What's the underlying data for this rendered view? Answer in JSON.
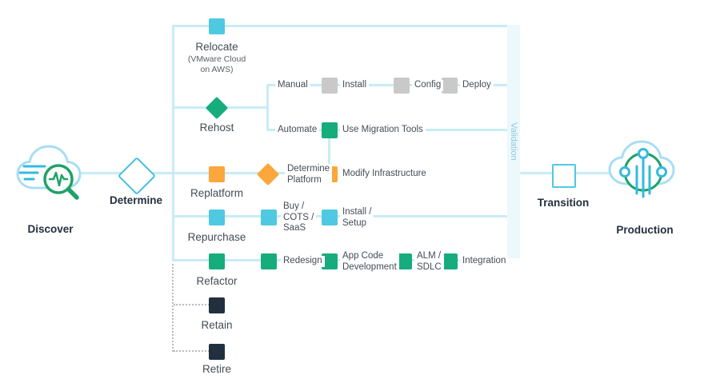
{
  "stages": {
    "discover": "Discover",
    "determine": "Determine",
    "transition": "Transition",
    "production": "Production",
    "validation": "Validation"
  },
  "strategies": {
    "relocate": {
      "label": "Relocate",
      "sublabel": "(VMware Cloud\non AWS)"
    },
    "rehost": {
      "label": "Rehost",
      "manual": {
        "label": "Manual",
        "steps": [
          "Install",
          "Config",
          "Deploy"
        ]
      },
      "automate": {
        "label": "Automate",
        "step": "Use Migration Tools"
      }
    },
    "replatform": {
      "label": "Replatform",
      "decision": "Determine\nPlatform",
      "step": "Modify Infrastructure"
    },
    "repurchase": {
      "label": "Repurchase",
      "acquire": "Buy /\nCOTS /\nSaaS",
      "deploy": "Install /\nSetup"
    },
    "refactor": {
      "label": "Refactor",
      "steps": [
        "Redesign",
        "App Code\nDevelopment",
        "ALM /\nSDLC",
        "Integration"
      ]
    },
    "retain": {
      "label": "Retain"
    },
    "retire": {
      "label": "Retire"
    }
  },
  "colors": {
    "line": "#C8ECF5",
    "cyan": "#4FC9E1",
    "green": "#16AC7C",
    "orange": "#FBA73C",
    "gray": "#C9C9C9",
    "dark_navy": "#222F3F",
    "outline_blue": "#41BEE4",
    "cloud_outline": "#A8DDF4",
    "icon_green": "#1FA268",
    "icon_cyan": "#33BADF",
    "validation_band": "#ECF8FB",
    "validation_text": "#8FC9E2"
  }
}
